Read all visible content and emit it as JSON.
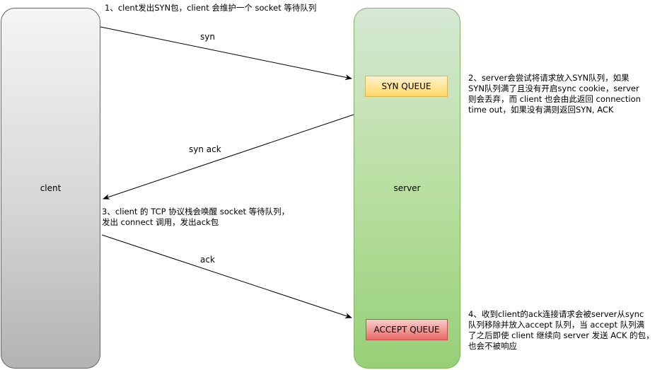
{
  "lanes": {
    "client": "clent",
    "server": "server"
  },
  "queues": {
    "syn": "SYN QUEUE",
    "accept": "ACCEPT QUEUE"
  },
  "edges": {
    "syn": "syn",
    "syn_ack": "syn ack",
    "ack": "ack"
  },
  "notes": {
    "step1": "1、clent发出SYN包，client 会维护一个 socket 等待队列",
    "step2": [
      "2、server会尝试将请求放入SYN队列，如果",
      "SYN队列满了且没有开启sync cookie，server",
      "则会丢弃，而 client 也会由此返回 connection",
      " time out，如果没有满则返回SYN, ACK"
    ],
    "step3": [
      "3、client 的 TCP 协议栈会唤醒 socket 等待队列，",
      "发出 connect 调用，发出ack包"
    ],
    "step4": [
      "4、收到client的ack连接请求会被server从sync",
      "队列移除并放入accept 队列，当 accept 队列满",
      "了之后即使 client 继续向 server 发送 ACK 的包，",
      "也会不被响应"
    ]
  },
  "colors": {
    "client_fill": "#d6d6d6",
    "server_fill": "#b9dfa1",
    "syn_queue_fill": "#ffd966",
    "accept_queue_fill": "#ea6b66"
  }
}
